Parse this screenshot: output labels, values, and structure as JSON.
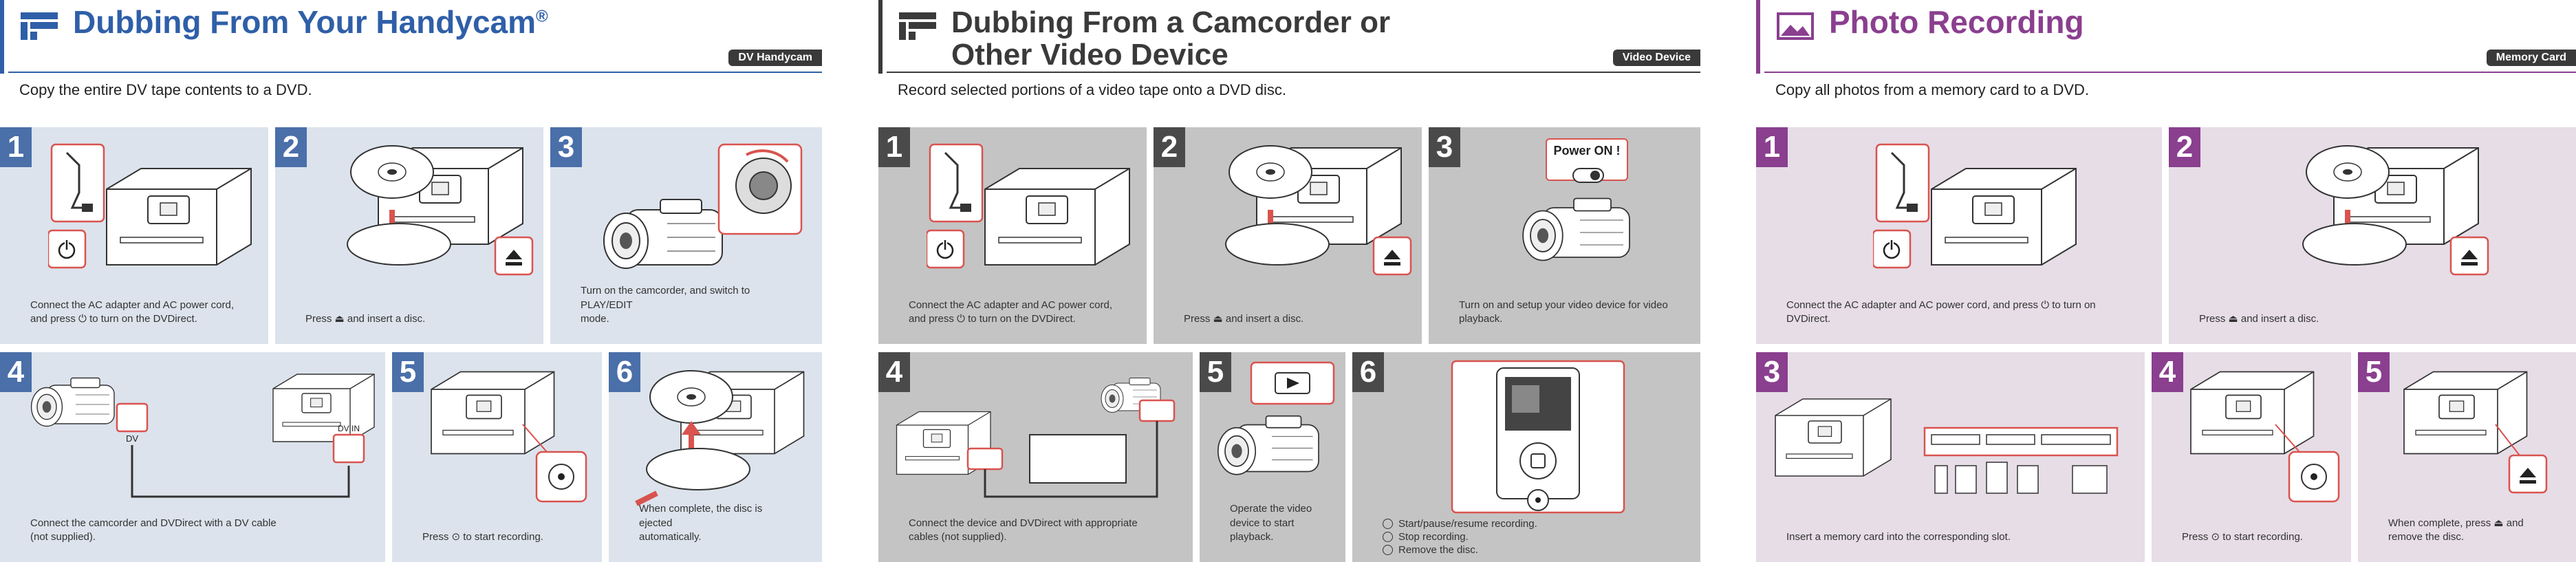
{
  "dv": {
    "title": "Dubbing From Your Handycam",
    "title_mark": "®",
    "badge": "DV Handycam",
    "subtitle": "Copy the entire DV tape contents to a DVD.",
    "steps": [
      {
        "num": "1",
        "caption": "Connect the AC adapter and AC power cord,\nand press ⏻ to turn on the DVDirect."
      },
      {
        "num": "2",
        "caption": "Press ⏏ and insert a disc."
      },
      {
        "num": "3",
        "caption": "Turn on the camcorder, and switch to PLAY/EDIT\nmode."
      },
      {
        "num": "4",
        "caption": "Connect the camcorder and DVDirect with a DV cable\n(not supplied)."
      },
      {
        "num": "5",
        "caption": "Press ⊙ to start recording."
      },
      {
        "num": "6",
        "caption": "When complete, the disc is ejected\nautomatically."
      }
    ],
    "dv_label": "DV",
    "dv_in_label": "DV IN"
  },
  "cam": {
    "title": "Dubbing From a Camcorder or\nOther Video Device",
    "badge": "Video Device",
    "subtitle": "Record selected portions of a video tape onto a DVD disc.",
    "steps": [
      {
        "num": "1",
        "caption": "Connect the AC adapter and AC power cord,\nand press ⏻ to turn on the DVDirect."
      },
      {
        "num": "2",
        "caption": "Press ⏏ and insert a disc."
      },
      {
        "num": "3",
        "caption": "Turn on and setup your video device for video\nplayback."
      },
      {
        "num": "4",
        "caption": "Connect the device and DVDirect with appropriate\ncables (not supplied)."
      },
      {
        "num": "5",
        "caption": "Operate the video\ndevice to start playback."
      },
      {
        "num": "6",
        "caption": ""
      }
    ],
    "power_on_label": "Power ON !",
    "legend": [
      "Start/pause/resume recording.",
      "Stop recording.",
      "Remove the disc."
    ]
  },
  "photo": {
    "title": "Photo Recording",
    "badge": "Memory Card",
    "subtitle": "Copy all photos from a memory card to a DVD.",
    "steps": [
      {
        "num": "1",
        "caption": "Connect the AC adapter and AC power cord, and press ⏻ to turn on DVDirect."
      },
      {
        "num": "2",
        "caption": "Press ⏏ and insert a disc."
      },
      {
        "num": "3",
        "caption": "Insert a memory card into the corresponding slot."
      },
      {
        "num": "4",
        "caption": "Press ⊙ to start recording."
      },
      {
        "num": "5",
        "caption": "When complete, press ⏏ and\nremove the disc."
      }
    ]
  },
  "colors": {
    "dv_accent": "#2f5fa8",
    "cam_accent": "#3a3a3a",
    "photo_accent": "#8a3f8f",
    "callout_red": "#d9534f"
  }
}
